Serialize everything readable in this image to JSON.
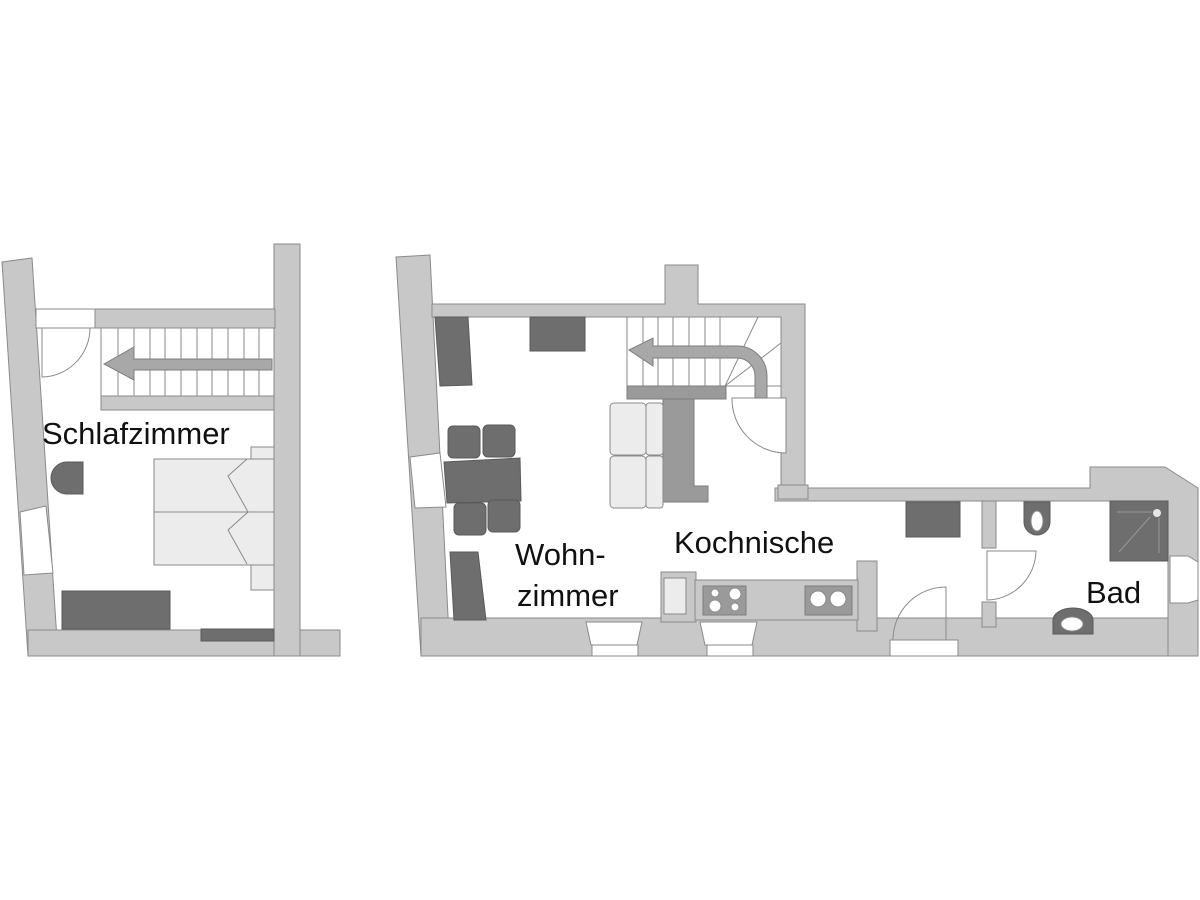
{
  "floorplan": {
    "upper_floor": {
      "rooms": [
        {
          "label": "Schlafzimmer"
        }
      ]
    },
    "ground_floor": {
      "rooms": [
        {
          "label_line1": "Wohn-",
          "label_line2": "zimmer"
        },
        {
          "label": "Kochnische"
        },
        {
          "label": "Bad"
        }
      ]
    },
    "colors": {
      "wall": "#c8c8c8",
      "furniture_dark": "#6e6e6e",
      "furniture_mid": "#9a9a9a",
      "furniture_light": "#ececec",
      "background": "#ffffff"
    }
  }
}
